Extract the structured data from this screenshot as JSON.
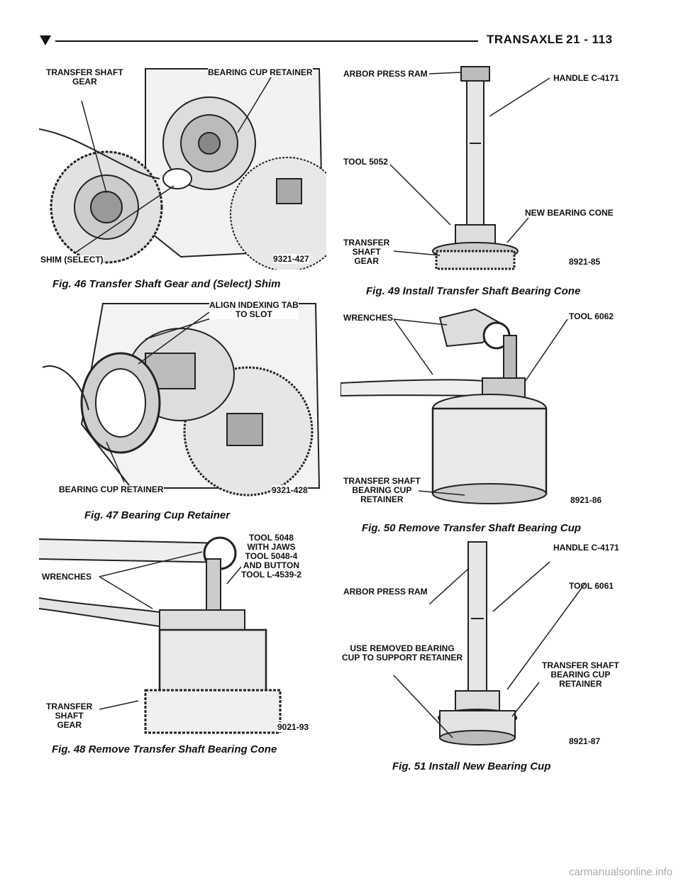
{
  "header": {
    "section": "TRANSAXLE",
    "page": "21 - 113"
  },
  "figures": {
    "f46": {
      "caption": "Fig. 46 Transfer Shaft Gear and (Select) Shim",
      "labels": {
        "gear": "TRANSFER SHAFT\nGEAR",
        "retainer": "BEARING CUP RETAINER",
        "shim": "SHIM (SELECT)",
        "code": "9321-427"
      }
    },
    "f47": {
      "caption": "Fig. 47 Bearing Cup Retainer",
      "labels": {
        "align": "ALIGN INDEXING TAB\nTO SLOT",
        "retainer": "BEARING CUP RETAINER",
        "code": "9321-428"
      }
    },
    "f48": {
      "caption": "Fig. 48 Remove Transfer Shaft Bearing Cone",
      "labels": {
        "tool": "TOOL 5048\nWITH JAWS\nTOOL 5048-4\nAND BUTTON\nTOOL L-4539-2",
        "wrenches": "WRENCHES",
        "gear": "TRANSFER\nSHAFT\nGEAR",
        "code": "9021-93"
      }
    },
    "f49": {
      "caption": "Fig. 49 Install Transfer Shaft Bearing Cone",
      "labels": {
        "ram": "ARBOR PRESS RAM",
        "handle": "HANDLE C-4171",
        "tool": "TOOL 5052",
        "cone": "NEW BEARING CONE",
        "gear": "TRANSFER\nSHAFT\nGEAR",
        "code": "8921-85"
      }
    },
    "f50": {
      "caption": "Fig. 50 Remove Transfer Shaft Bearing Cup",
      "labels": {
        "wrenches": "WRENCHES",
        "tool": "TOOL 6062",
        "retainer": "TRANSFER SHAFT\nBEARING CUP\nRETAINER",
        "code": "8921-86"
      }
    },
    "f51": {
      "caption": "Fig. 51 Install New Bearing Cup",
      "labels": {
        "handle": "HANDLE C-4171",
        "ram": "ARBOR PRESS RAM",
        "tool": "TOOL 6061",
        "use": "USE REMOVED BEARING\nCUP TO SUPPORT RETAINER",
        "retainer": "TRANSFER SHAFT\nBEARING CUP\nRETAINER",
        "code": "8921-87"
      }
    }
  },
  "watermark": "carmanualsonline.info"
}
